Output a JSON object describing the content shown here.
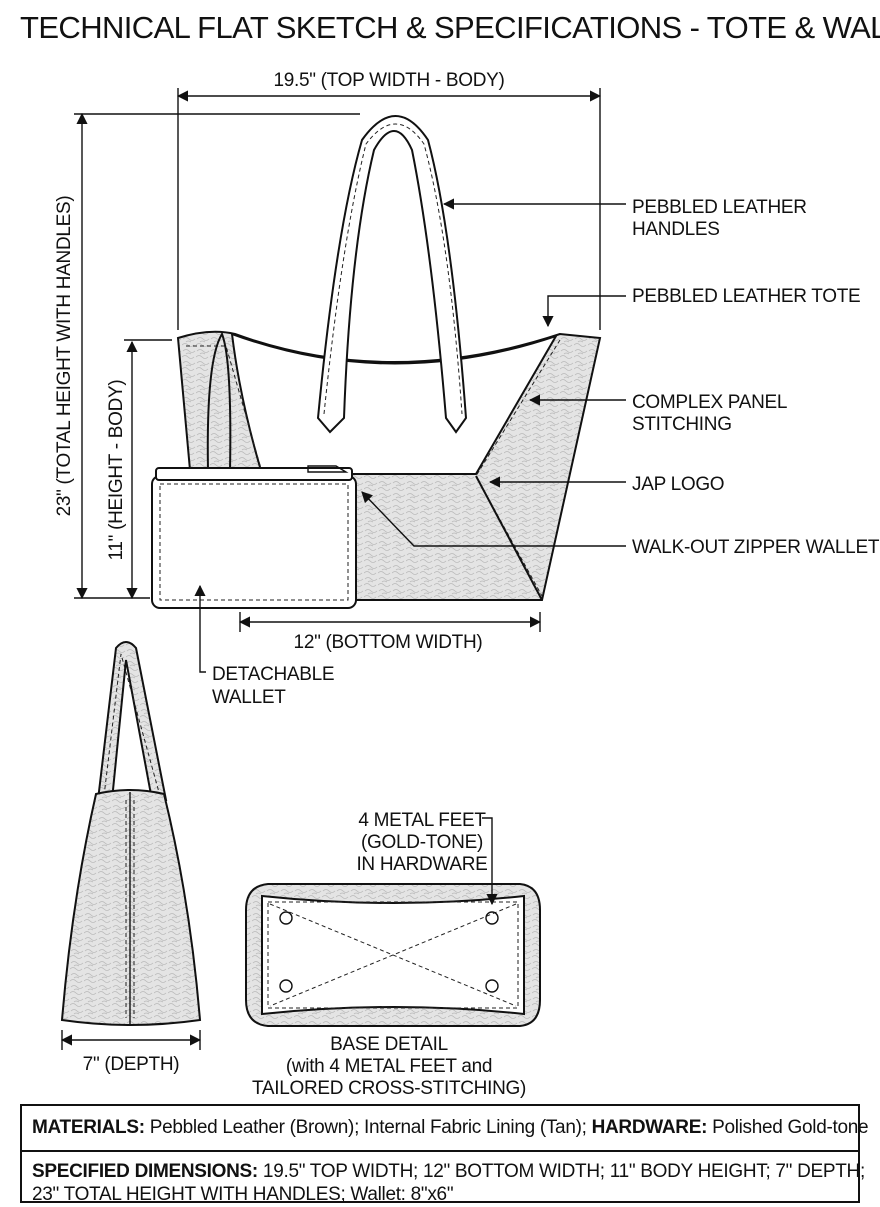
{
  "title": "TECHNICAL FLAT SKETCH & SPECIFICATIONS - TOTE & WALLET SET",
  "dimensions": {
    "top_width": "19.5\" (TOP WIDTH - BODY)",
    "total_height": "23\" (TOTAL HEIGHT WITH HANDLES)",
    "body_height": "11\" (HEIGHT - BODY)",
    "bottom_width": "12\" (BOTTOM WIDTH)",
    "depth": "7\" (DEPTH)"
  },
  "callouts": {
    "handles": [
      "PEBBLED LEATHER",
      "HANDLES"
    ],
    "tote": [
      "PEBBLED LEATHER TOTE"
    ],
    "stitching": [
      "COMPLEX PANEL",
      "STITCHING"
    ],
    "logo": [
      "JAP LOGO"
    ],
    "zipper_wallet": [
      "WALK-OUT ZIPPER WALLET"
    ],
    "detachable_wallet": [
      "DETACHABLE",
      "WALLET"
    ],
    "metal_feet": [
      "4 METAL FEET",
      "(GOLD-TONE)",
      "IN HARDWARE"
    ]
  },
  "base_detail": [
    "BASE DETAIL",
    "(with 4 METAL FEET and",
    "TAILORED CROSS-STITCHING)"
  ],
  "specs": {
    "materials_label": "MATERIALS:",
    "materials_text": " Pebbled Leather (Brown); Internal Fabric Lining (Tan); ",
    "hardware_label": "HARDWARE:",
    "hardware_text": " Polished Gold-tone",
    "dimensions_label": "SPECIFIED DIMENSIONS:",
    "dimensions_line1": " 19.5\" TOP WIDTH; 12\" BOTTOM WIDTH; 11\" BODY HEIGHT; 7\" DEPTH;",
    "dimensions_line2": "23\" TOTAL HEIGHT WITH HANDLES; Wallet: 8\"x6\""
  },
  "colors": {
    "line": "#111111",
    "leather_fill": "#e2e2e2",
    "background": "#ffffff"
  }
}
